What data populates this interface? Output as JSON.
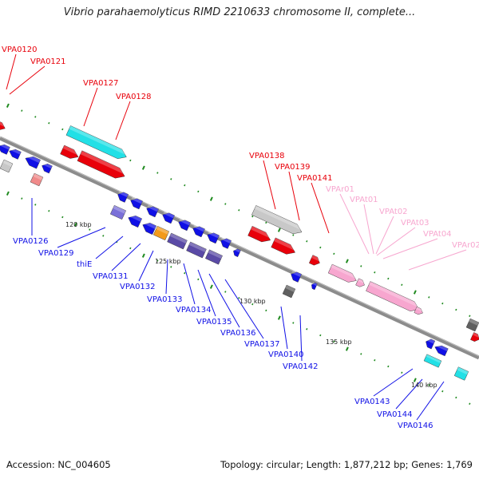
{
  "title": "Vibrio parahaemolyticus RIMD 2210633 chromosome II, complete...",
  "footer": {
    "accession": "Accession: NC_004605",
    "summary": "Topology: circular; Length: 1,877,212 bp; Genes: 1,769"
  },
  "colors": {
    "red": "#e8000a",
    "cyan": "#22e0e6",
    "gray": "#c8c8c8",
    "darkgray": "#606060",
    "blue": "#1010e6",
    "pink": "#f7a6cf",
    "lightred": "#f08a8a",
    "lightblue": "#7a70d8",
    "orange": "#f39a1a",
    "purple": "#5a4aa6",
    "track": "#8c8c8c",
    "ticks": "#1f8a1f"
  },
  "scale_labels": [
    "120 kbp",
    "125 kbp",
    "130 kbp",
    "135 kbp",
    "140 kbp"
  ],
  "top_labels": [
    "VPA0120",
    "VPA0121",
    "VPA0127",
    "VPA0128",
    "VPA0138",
    "VPA0139",
    "VPA0141",
    "VPAr01",
    "VPAt01",
    "VPAt02",
    "VPAt03",
    "VPAt04",
    "VPAr02"
  ],
  "bottom_labels": [
    "VPA0126",
    "VPA0129",
    "thiE",
    "VPA0131",
    "VPA0132",
    "VPA0133",
    "VPA0134",
    "VPA0135",
    "VPA0136",
    "VPA0137",
    "VPA0140",
    "VPA0142",
    "VPA0143",
    "VPA0144",
    "VPA0146"
  ]
}
